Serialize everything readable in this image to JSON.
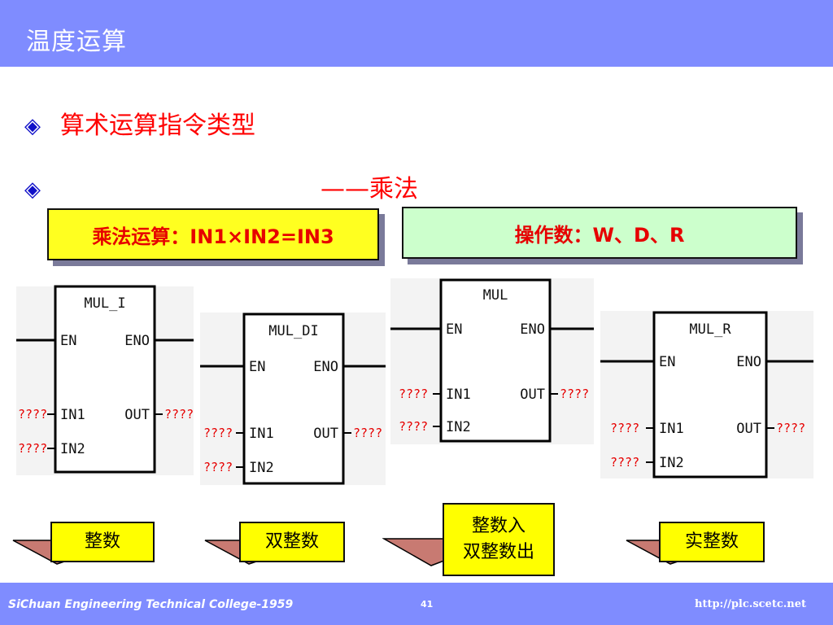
{
  "header": {
    "title": "温度运算"
  },
  "bullets": [
    {
      "icon": "diamond-icon",
      "glyph": "◈",
      "text": "算术运算指令类型"
    },
    {
      "icon": "diamond-icon",
      "glyph": "◈",
      "text": "——乘法"
    }
  ],
  "info_boxes": {
    "formula": "乘法运算：IN1×IN2=IN3",
    "operands": "操作数：W、D、R"
  },
  "blocks": [
    {
      "name": "MUL_I",
      "en": "EN",
      "eno": "ENO",
      "in1": "IN1",
      "in2": "IN2",
      "out": "OUT",
      "in1_value": "????",
      "in2_value": "????",
      "out_value": "????",
      "tag_lines": [
        "整数"
      ]
    },
    {
      "name": "MUL_DI",
      "en": "EN",
      "eno": "ENO",
      "in1": "IN1",
      "in2": "IN2",
      "out": "OUT",
      "in1_value": "????",
      "in2_value": "????",
      "out_value": "????",
      "tag_lines": [
        "双整数"
      ]
    },
    {
      "name": "MUL",
      "en": "EN",
      "eno": "ENO",
      "in1": "IN1",
      "in2": "IN2",
      "out": "OUT",
      "in1_value": "????",
      "in2_value": "????",
      "out_value": "????",
      "tag_lines": [
        "整数入",
        "双整数出"
      ]
    },
    {
      "name": "MUL_R",
      "en": "EN",
      "eno": "ENO",
      "in1": "IN1",
      "in2": "IN2",
      "out": "OUT",
      "in1_value": "????",
      "in2_value": "????",
      "out_value": "????",
      "tag_lines": [
        "实整数"
      ]
    }
  ],
  "footer": {
    "college": "SiChuan Engineering Technical College-1959",
    "page_number": "41",
    "url": "http://plc.scetc.net"
  },
  "colors": {
    "header_bg": "#7f8cff",
    "bullet_text": "#ff0000",
    "bullet_icon": "#1010c8",
    "formula_bg": "#ffff20",
    "operand_bg": "#ccffcc",
    "tag_bg": "#ffff00",
    "wedge": "#c87a72",
    "placeholder_red": "#e60000"
  }
}
